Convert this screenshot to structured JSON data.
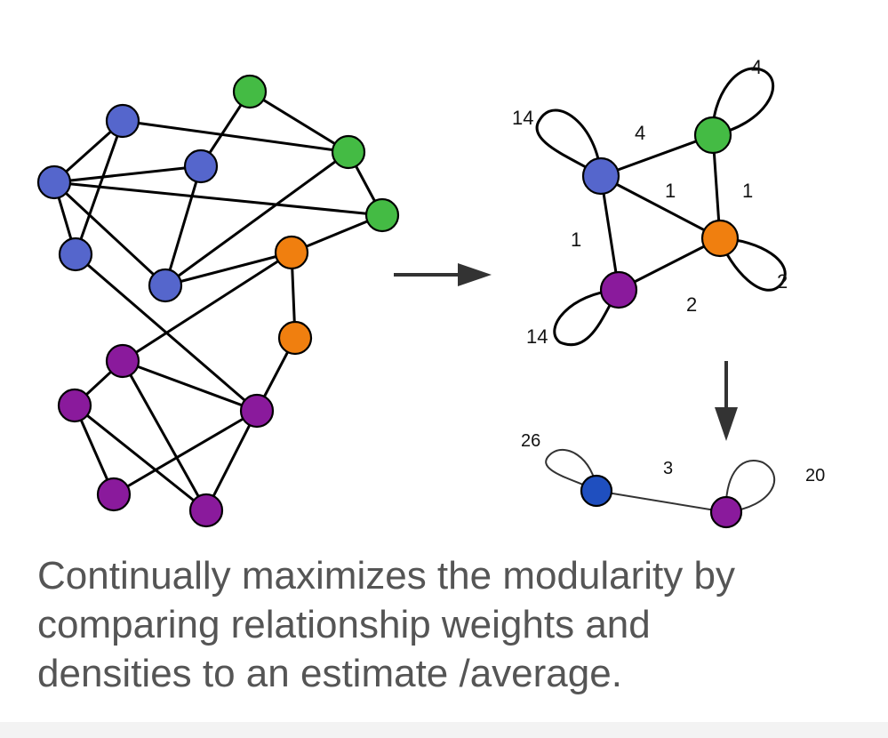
{
  "colors": {
    "blue": "#5566cc",
    "green": "#44bb44",
    "orange": "#f07f0f",
    "purple": "#8a1a9c",
    "dark_blue": "#1f4fbf",
    "caption_text": "#555555"
  },
  "reduced_graph": {
    "loop_labels": {
      "blue": "14",
      "green": "4",
      "orange": "2",
      "purple": "14"
    },
    "edge_labels": {
      "blue_green": "4",
      "blue_orange": "1",
      "green_orange": "1",
      "blue_purple": "1",
      "purple_orange": "2"
    }
  },
  "final_graph": {
    "loop_labels": {
      "blue": "26",
      "purple": "20"
    },
    "edge_label": "3"
  },
  "caption": {
    "line1": "Continually maximizes the modularity by",
    "line2": "comparing relationship weights and",
    "line3": "densities to an estimate /average."
  }
}
